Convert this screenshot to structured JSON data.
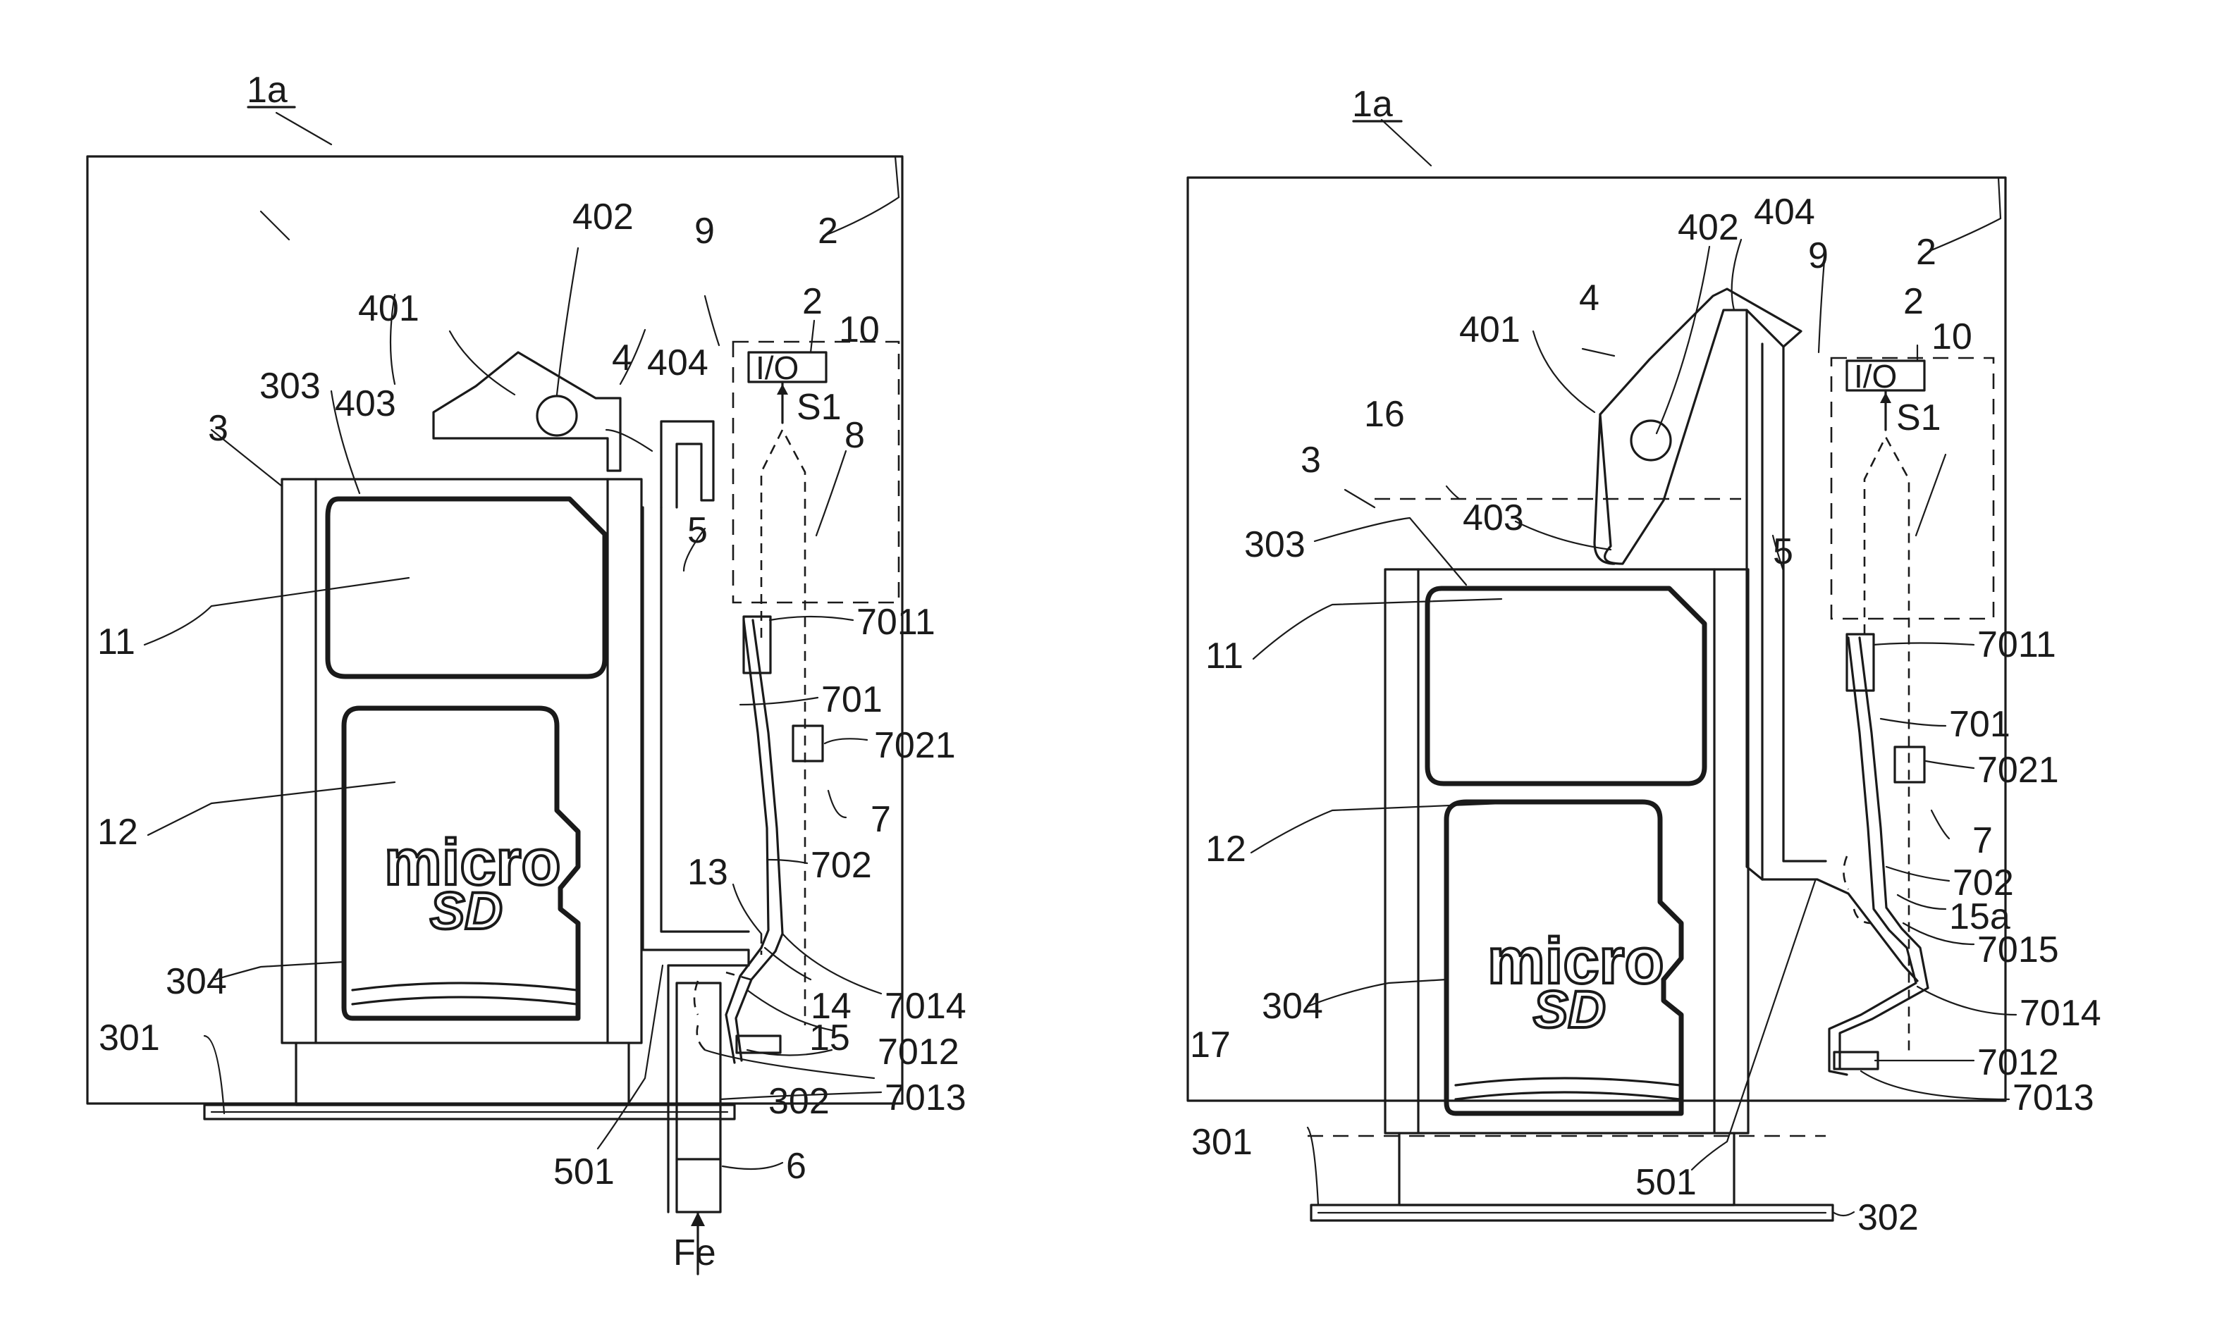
{
  "figure_left": {
    "labels": {
      "assembly": "1a",
      "housing": "2",
      "tray": "3",
      "tray_front": "301",
      "tray_flange": "302",
      "tray_top": "303",
      "tray_rail": "304",
      "lever": "4",
      "lever_arm_a": "401",
      "pivot": "402",
      "lever_arm_b": "403",
      "lever_hook": "404",
      "push_rod": "5",
      "push_rod_end": "501",
      "ejector": "6",
      "spring": "7",
      "spring_upper": "701",
      "spring_upper_tab": "7011",
      "spring_lower_tab": "7012",
      "spring_foot": "7013",
      "spring_bend": "7014",
      "spring_lower": "702",
      "spring_contact": "7021",
      "detect_line": "8",
      "circuit": "9",
      "io_ref": "10",
      "sim_card": "11",
      "sd_card": "12",
      "gap_13": "13",
      "gap_14": "14",
      "gap_15": "15",
      "io_box": "I/O",
      "signal": "S1",
      "force": "Fe"
    },
    "sd_logo_top": "micro",
    "sd_logo_bottom": "SD"
  },
  "figure_right": {
    "labels": {
      "assembly": "1a",
      "housing": "2",
      "tray": "3",
      "tray_front": "301",
      "tray_flange": "302",
      "tray_top": "303",
      "tray_rail": "304",
      "lever": "4",
      "lever_arm_a": "401",
      "pivot": "402",
      "lever_arm_b": "403",
      "lever_hook": "404",
      "push_rod": "5",
      "push_rod_end": "501",
      "spring": "7",
      "spring_upper": "701",
      "spring_upper_tab": "7011",
      "spring_lower_tab": "7012",
      "spring_foot": "7013",
      "spring_bend": "7014",
      "spring_mid": "7015",
      "spring_lower": "702",
      "spring_contact": "7021",
      "circuit": "9",
      "io_ref": "10",
      "sim_card": "11",
      "sd_card": "12",
      "gap_15a": "15a",
      "line_16": "16",
      "line_17": "17",
      "io_box": "I/O",
      "signal": "S1"
    },
    "sd_logo_top": "micro",
    "sd_logo_bottom": "SD"
  }
}
